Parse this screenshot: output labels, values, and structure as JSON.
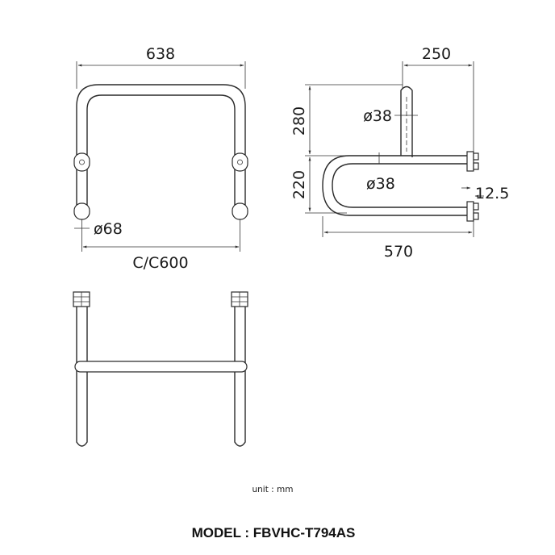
{
  "dimensions": {
    "width_top": "638",
    "diameter_base": "ø68",
    "center_to_center": "C/C600",
    "depth_upright": "250",
    "height_upright": "280",
    "height_lower": "220",
    "diameter_upright": "ø38",
    "diameter_lower": "ø38",
    "offset": "12.5",
    "depth_total": "570"
  },
  "unit_label": "unit : mm",
  "model_label": "MODEL : FBVHC-T794AS"
}
